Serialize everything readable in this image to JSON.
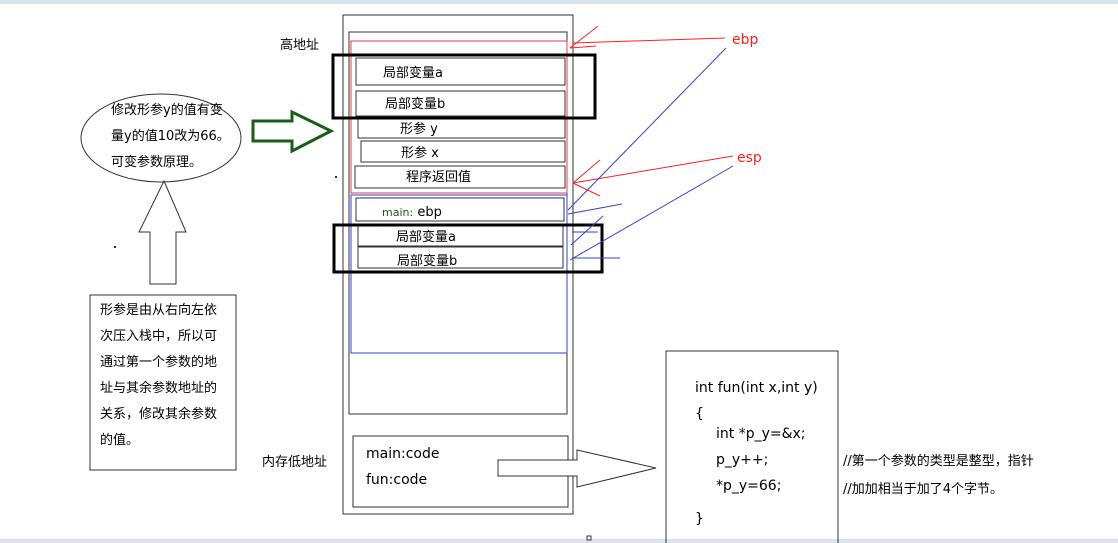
{
  "labels": {
    "high_address": "高地址",
    "low_address": "内存低地址"
  },
  "stack": {
    "local_a": "局部变量a",
    "local_b": "局部变量b",
    "param_y": "形参 y",
    "param_x": "形参 x",
    "return_addr": "程序返回值",
    "main_ebp_prefix": "main:",
    "main_ebp": "ebp",
    "main_local_a": "局部变量a",
    "main_local_b": "局部变量b"
  },
  "code_segment": {
    "main": "main:code",
    "fun": "fun:code"
  },
  "pointers": {
    "ebp": "ebp",
    "esp": "esp"
  },
  "note_oval": [
    "修改形参y的值有变",
    "量y的值10改为66。",
    "可变参数原理。"
  ],
  "note_box": [
    "形参是由从右向左依",
    "次压入栈中，所以可",
    "通过第一个参数的地",
    "址与其余参数地址的",
    "关系，修改其余参数",
    "的值。"
  ],
  "code_box": {
    "lines": [
      "int fun(int x,int y)",
      "{",
      "int *p_y=&x;",
      "p_y++;",
      "*p_y=66;",
      "}"
    ]
  },
  "comments": [
    "//第一个参数的类型是整型，指针",
    "//加加相当于加了4个字节。"
  ],
  "colors": {
    "ebp": "#ff2020",
    "esp": "#ff2020",
    "blue_line": "#3344cc",
    "arrow_green": "#1a5c1a",
    "frame_red": "#e04040",
    "frame_blue": "#3344cc"
  }
}
